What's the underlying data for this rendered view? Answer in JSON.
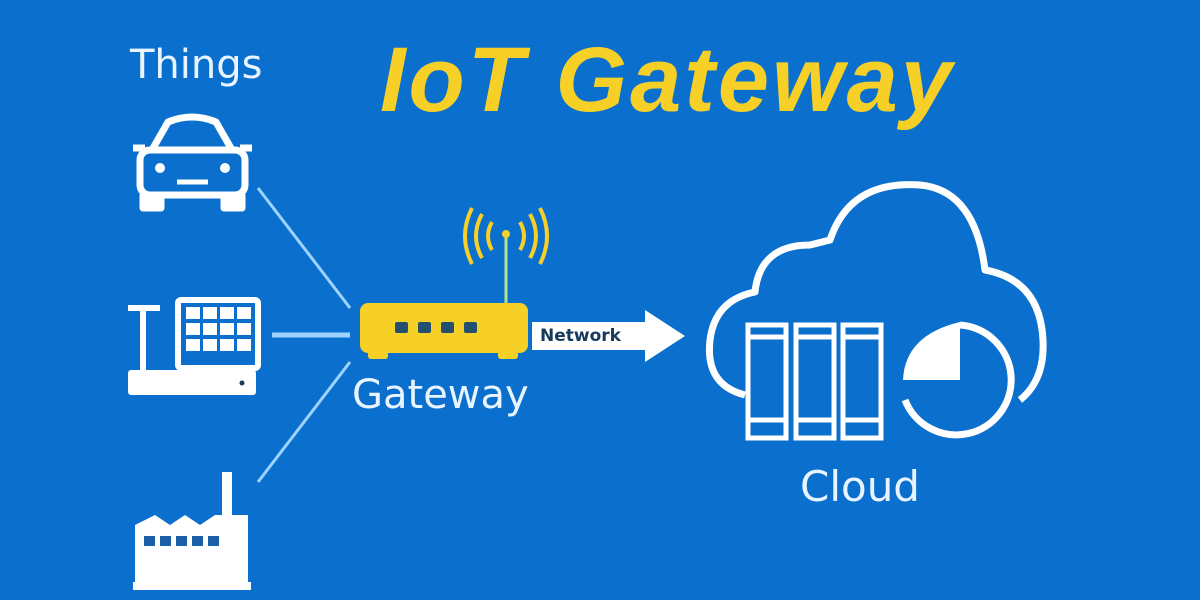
{
  "title": "IoT Gateway",
  "labels": {
    "things": "Things",
    "gateway": "Gateway",
    "network": "Network",
    "cloud": "Cloud"
  },
  "colors": {
    "background": "#0b6fce",
    "accent": "#f6cf27",
    "line": "#e8f4ff"
  }
}
